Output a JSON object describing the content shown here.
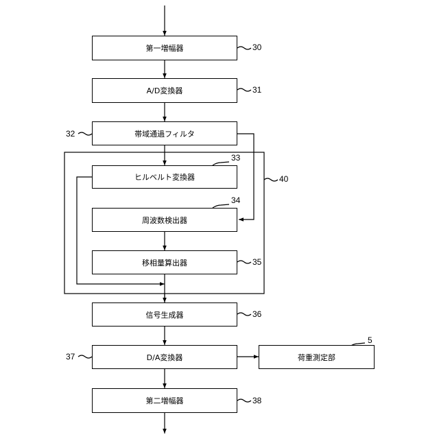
{
  "diagram": {
    "blocks": {
      "amp1": "第一増幅器",
      "adc": "A/D変換器",
      "bpf": "帯域通過フィルタ",
      "hilbert": "ヒルベルト変換器",
      "freq": "周波数検出器",
      "phase": "移相量算出器",
      "signal": "信号生成器",
      "dac": "D/A変換器",
      "load": "荷重測定部",
      "amp2": "第二増幅器"
    },
    "refs": {
      "amp1": "30",
      "adc": "31",
      "bpf": "32",
      "hilbert": "33",
      "freq": "34",
      "phase": "35",
      "group": "40",
      "signal": "36",
      "dac": "37",
      "load": "5",
      "amp2": "38"
    }
  }
}
